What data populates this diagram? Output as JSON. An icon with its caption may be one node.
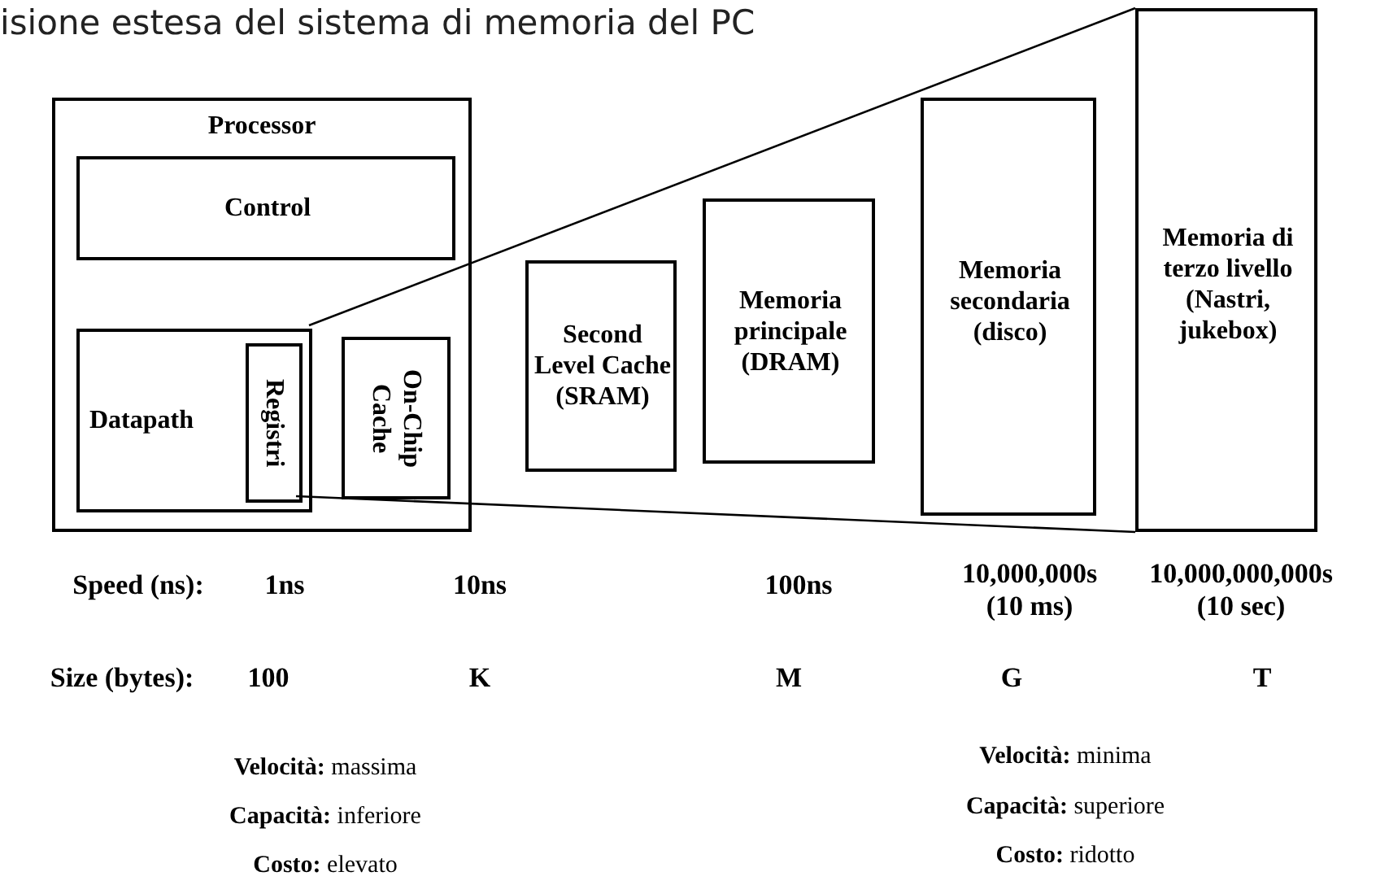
{
  "diagram": {
    "title": "isione estesa del sistema di memoria del PC",
    "nodes": [
      {
        "text": [
          "Processor"
        ]
      },
      {
        "text": [
          "Control"
        ],
        "in": 0
      },
      {
        "text": [
          "Datapath"
        ],
        "in": 0
      },
      {
        "text": [
          "Registri"
        ],
        "in": 2
      },
      {
        "text": [
          "On-Chip Cache"
        ],
        "in": 0
      },
      {
        "text": [
          "Second Level Cache (SRAM)"
        ]
      },
      {
        "text": [
          "Memoria principale (DRAM)"
        ]
      },
      {
        "text": [
          "Memoria secondaria (disco)"
        ]
      },
      {
        "text": [
          "Memoria di terzo livello (Nastri, jukebox)"
        ]
      }
    ],
    "edges": [
      {
        "from": 2,
        "to": 8,
        "arrow": "none"
      },
      {
        "from": 3,
        "to": 8,
        "arrow": "none"
      }
    ],
    "labels": [
      "Speed (ns):",
      "1ns",
      "10ns",
      "100ns",
      "10,000,000s (10 ms)",
      "10,000,000,000s (10 sec)",
      "Size (bytes):",
      "100",
      "K",
      "M",
      "G",
      "T",
      "**Velocità:** massima",
      "**Velocità:** minima",
      "**Capacità:** inferiore",
      "**Capacità:** superiore",
      "**Costo:**  elevato",
      "**Costo:**  ridotto"
    ]
  }
}
